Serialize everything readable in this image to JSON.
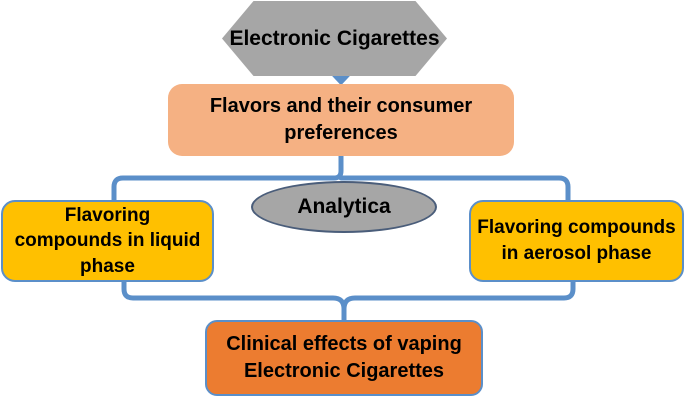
{
  "nodes": {
    "electronic_cigarettes": "Electronic Cigarettes",
    "flavors": "Flavors and their consumer preferences",
    "analytica": "Analytica",
    "liquid_phase": "Flavoring compounds in liquid phase",
    "aerosol_phase": "Flavoring compounds in aerosol phase",
    "clinical_effects": "Clinical effects of vaping Electronic Cigarettes"
  },
  "colors": {
    "hexagon_fill": "#a6a6a6",
    "flavors_fill": "#f5b183",
    "side_boxes_fill": "#ffc000",
    "clinical_fill": "#ec7c30",
    "ellipse_fill": "#a6a6a6",
    "connector": "#5b8fc9"
  }
}
